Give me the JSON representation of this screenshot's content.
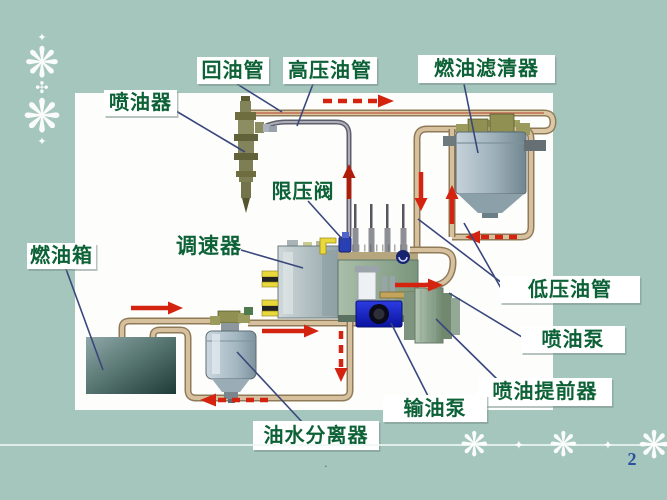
{
  "slide": {
    "page_number": "2",
    "footer_dot": "."
  },
  "labels": {
    "injector": "喷油器",
    "return_pipe": "回油管",
    "high_pressure_pipe": "高压油管",
    "fuel_filter": "燃油滤清器",
    "pressure_limit_valve": "限压阀",
    "governor": "调速器",
    "fuel_tank": "燃油箱",
    "low_pressure_pipe": "低压油管",
    "injection_pump": "喷油泵",
    "injection_advance_device": "喷油提前器",
    "transfer_pump": "输油泵",
    "water_separator": "油水分离器"
  },
  "colors": {
    "background": "#a5c6bc",
    "panel": "#fdfdfc",
    "label_text": "#0c6236",
    "arrow_red": "#d42410",
    "pipe_tan": "#d6c09e",
    "pipe_gray": "#a8a8b4",
    "leader_line": "#39477c",
    "page_number": "#2d4fa0"
  },
  "decorations": {
    "flower": "❋",
    "sparkle": "✦",
    "cross": "✣"
  }
}
